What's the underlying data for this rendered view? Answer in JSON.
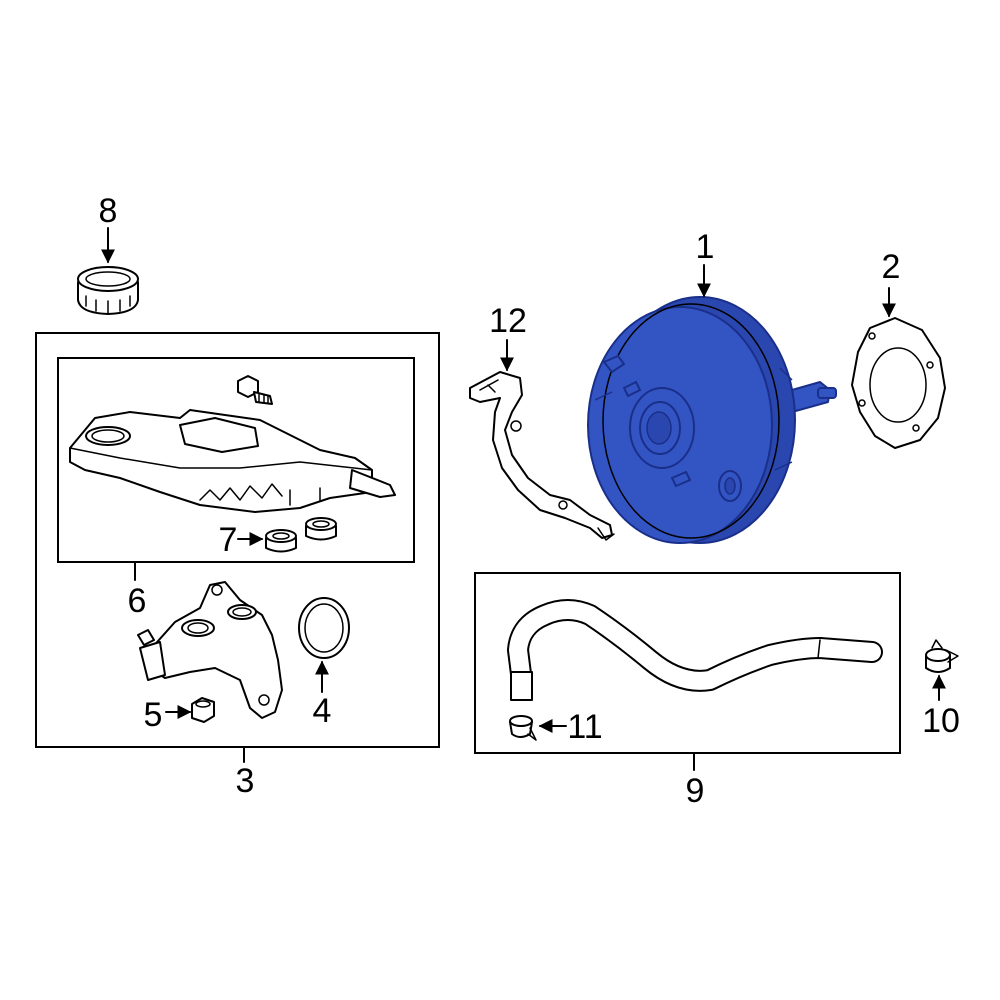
{
  "colors": {
    "highlight": "#3355c4",
    "highlight_dark": "#1a2f8a",
    "line": "#000000",
    "background": "#ffffff"
  },
  "callouts": {
    "c1": "1",
    "c2": "2",
    "c3": "3",
    "c4": "4",
    "c5": "5",
    "c6": "6",
    "c7": "7",
    "c8": "8",
    "c9": "9",
    "c10": "10",
    "c11": "11",
    "c12": "12"
  }
}
